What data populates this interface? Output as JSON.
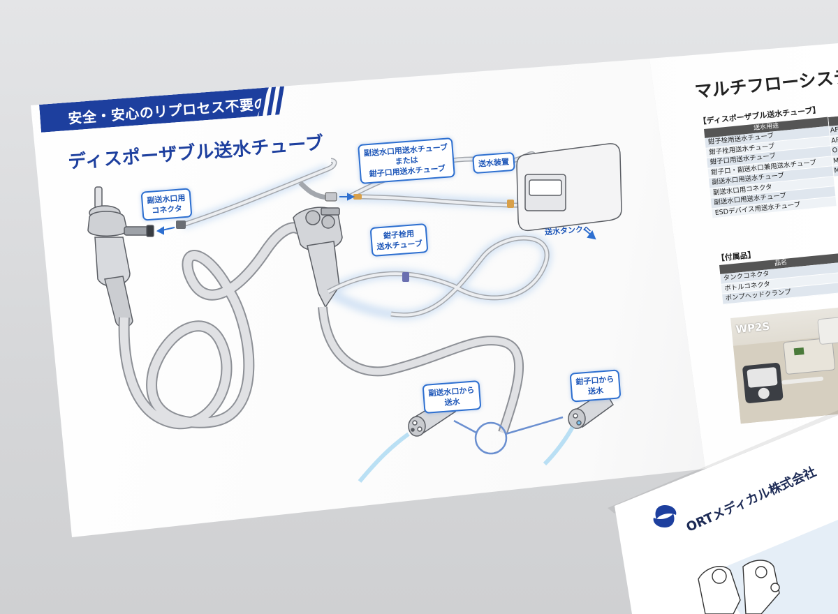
{
  "left_page": {
    "band_text": "安全・安心のリプロセス不要の",
    "title": "ディスポーザブル送水チューブ",
    "labels": {
      "sub_connector": [
        "副送水口用",
        "コネクタ"
      ],
      "tube_top": [
        "副送水口用送水チューブ",
        "または",
        "鉗子口用送水チューブ"
      ],
      "device": "送水装置",
      "tank": "送水タンクへ",
      "forceps_tube": [
        "鉗子栓用",
        "送水チューブ"
      ],
      "from_sub": [
        "副送水口から",
        "送水"
      ],
      "from_forceps": [
        "鉗子口から",
        "送水"
      ]
    }
  },
  "right_page": {
    "title": "マルチフローシステ",
    "section1": "【ディスポーザブル送水チューブ】",
    "table1_header": "送水用途",
    "table1_rows": [
      "鉗子栓用送水チューブ",
      "鉗子栓用送水チューブ",
      "鉗子口用送水チューブ",
      "鉗子口・副送水口兼用送水チューブ",
      "副送水口用送水チューブ",
      "副送水口用コネクタ",
      "副送水口用送水チューブ",
      "ESDデバイス用送水チューブ"
    ],
    "table1_side": [
      "AF",
      "AF",
      "O",
      "M",
      "M"
    ],
    "section2": "【付属品】",
    "table2_header": "品名",
    "table2_rows": [
      "タンクコネクタ",
      "ボトルコネクタ",
      "ポンプヘッドクランプ"
    ],
    "photo_tag": "WP2S"
  },
  "cover": {
    "company": "ORTメディカル株式会社"
  },
  "colors": {
    "brand_blue": "#1d3f9e",
    "label_blue": "#2d6fd0",
    "tube_gray": "#b9bcc2"
  }
}
